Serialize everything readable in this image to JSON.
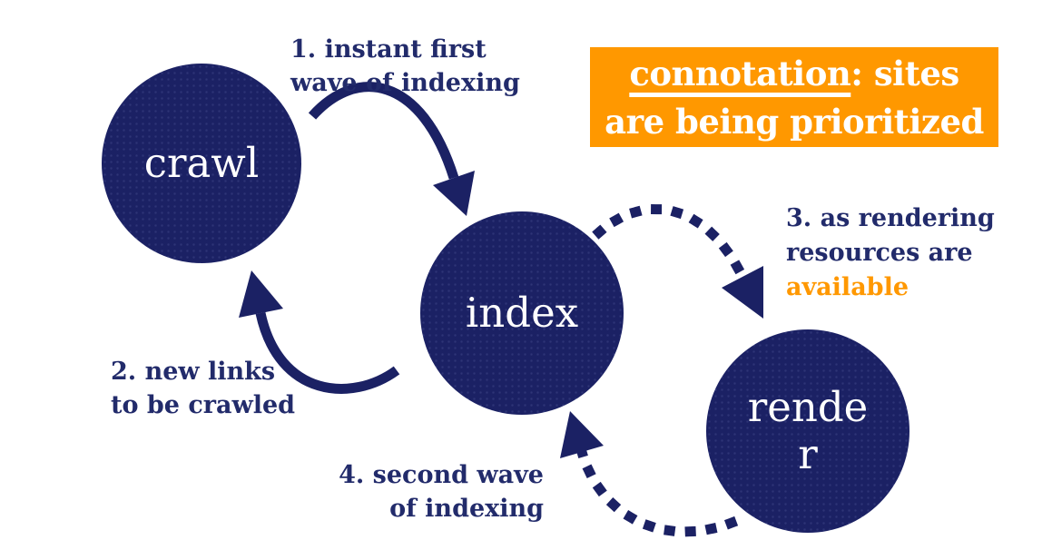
{
  "colors": {
    "navy": "#1b2164",
    "text_navy": "#222b6b",
    "orange": "#ff9800",
    "white": "#ffffff"
  },
  "nodes": [
    {
      "id": "crawl",
      "label": "crawl",
      "display_lines": [
        "crawl"
      ]
    },
    {
      "id": "index",
      "label": "index",
      "display_lines": [
        "index"
      ]
    },
    {
      "id": "render",
      "label": "render",
      "display_lines": [
        "rende",
        "r"
      ]
    }
  ],
  "steps": [
    {
      "number": 1,
      "lines": [
        "1. instant first",
        "wave of indexing"
      ]
    },
    {
      "number": 2,
      "lines": [
        "2. new links",
        "to be crawled"
      ]
    },
    {
      "number": 3,
      "lines": [
        "3. as rendering",
        "resources are"
      ],
      "highlight_line": "available"
    },
    {
      "number": 4,
      "lines": [
        "4. second wave",
        "of indexing"
      ]
    }
  ],
  "callout": {
    "underlined": "connotation",
    "after_underlined": ": sites",
    "line2": "are being prioritized"
  },
  "arrows": [
    {
      "id": "crawl-to-index",
      "style": "solid"
    },
    {
      "id": "index-to-crawl",
      "style": "solid"
    },
    {
      "id": "index-to-render",
      "style": "dotted"
    },
    {
      "id": "render-to-index",
      "style": "dotted"
    }
  ]
}
